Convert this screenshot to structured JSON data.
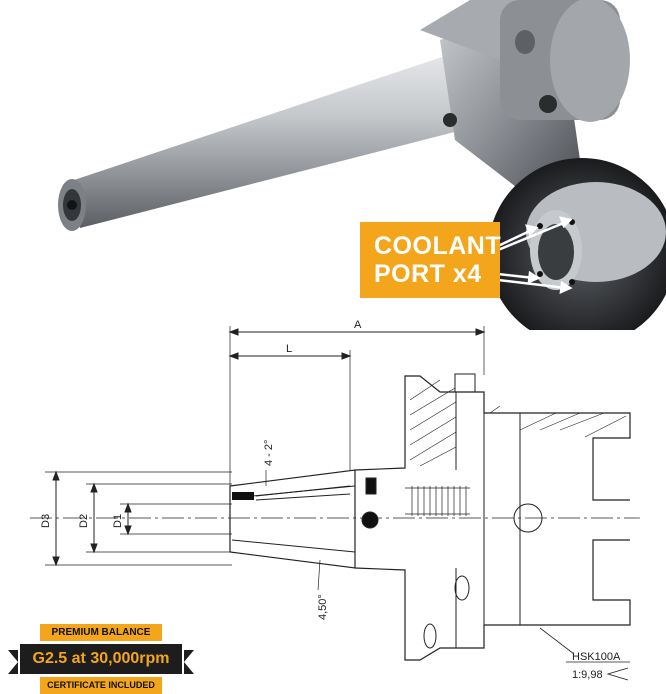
{
  "callout": {
    "line1": "COOLANT",
    "line2": "PORT x4"
  },
  "badge": {
    "top": "PREMIUM BALANCE",
    "middle": "G2.5 at 30,000rpm",
    "bottom": "CERTIFICATE INCLUDED"
  },
  "drawing": {
    "dim_A": "A",
    "dim_L": "L",
    "dim_D3": "D3",
    "dim_D2": "D2",
    "dim_D1": "D1",
    "angle_small": "4 - 2°",
    "angle_large": "4,50°",
    "spec": "HSK100A",
    "ratio": "1:9,98"
  },
  "colors": {
    "accent": "#f3a51c",
    "ribbon": "#1d1d1d",
    "metal": "#b9bcc0"
  }
}
